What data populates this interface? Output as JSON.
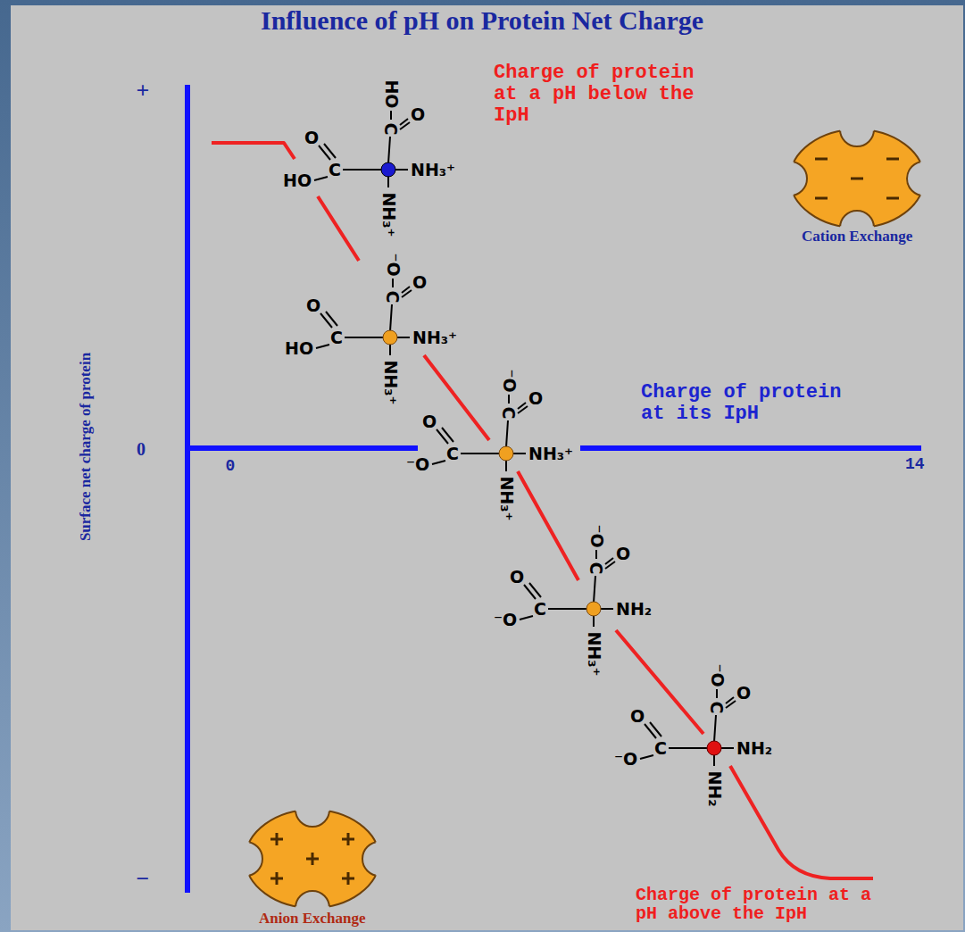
{
  "diagram": {
    "title": "Influence of pH on Protein Net Charge",
    "labels": [
      "+",
      "0",
      "−",
      "Surface net charge of protein",
      "0",
      "14",
      "Charge of protein at a pH below the IpH",
      "Cation Exchange",
      "Charge of protein at its IpH",
      "Charge of protein at a pH above the IpH",
      "Anion Exchange",
      "HO",
      "O",
      "C",
      "O",
      "C",
      "HO",
      "NH₃⁺",
      "NH₃⁺",
      "⁻O",
      "O",
      "C",
      "O",
      "C",
      "HO",
      "NH₃⁺",
      "NH₃⁺",
      "⁻O",
      "O",
      "C",
      "O",
      "C",
      "⁻O",
      "NH₃⁺",
      "NH₃⁺",
      "⁻O",
      "O",
      "C",
      "O",
      "C",
      "⁻O",
      "NH₂",
      "NH₃⁺",
      "⁻O",
      "O",
      "C",
      "O",
      "C",
      "⁻O",
      "NH₂",
      "NH₂"
    ]
  }
}
